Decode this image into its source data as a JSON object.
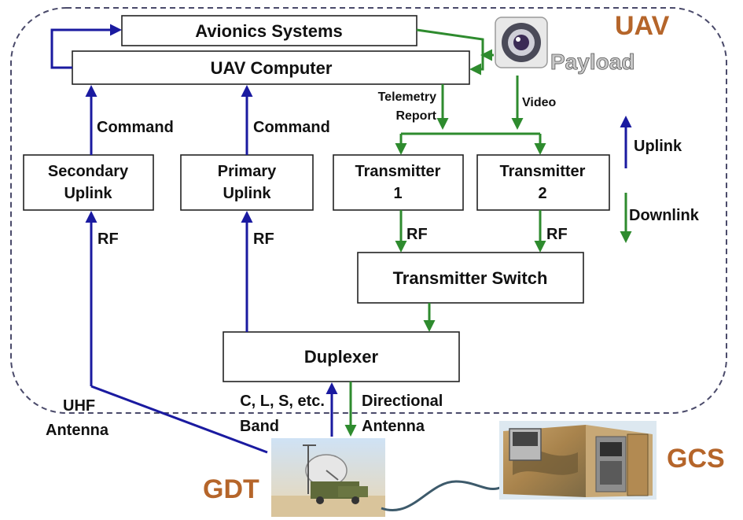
{
  "uav_label": "UAV",
  "gcs_label": "GCS",
  "gdt_label": "GDT",
  "payload_label": "Payload",
  "boxes": {
    "avionics": "Avionics Systems",
    "uav_computer": "UAV Computer",
    "secondary_uplink": [
      "Secondary",
      "Uplink"
    ],
    "primary_uplink": [
      "Primary",
      "Uplink"
    ],
    "transmitter_1": [
      "Transmitter",
      "1"
    ],
    "transmitter_2": [
      "Transmitter",
      "2"
    ],
    "transmitter_switch": "Transmitter Switch",
    "duplexer": "Duplexer"
  },
  "edge_labels": {
    "command_1": "Command",
    "command_2": "Command",
    "rf_1": "RF",
    "rf_2": "RF",
    "rf_3": "RF",
    "rf_4": "RF",
    "telemetry": [
      "Telemetry",
      "Report"
    ],
    "video": "Video",
    "uhf_antenna": [
      "UHF",
      "Antenna"
    ],
    "band": [
      "C, L, S, etc.",
      "Band"
    ],
    "directional_antenna": [
      "Directional",
      "Antenna"
    ]
  },
  "legend": {
    "uplink": "Uplink",
    "downlink": "Downlink"
  },
  "colors": {
    "uplink": "#1a1aa0",
    "downlink": "#2e8b2e",
    "brand": "#b5652a",
    "boundary": "#4a4a6a"
  }
}
